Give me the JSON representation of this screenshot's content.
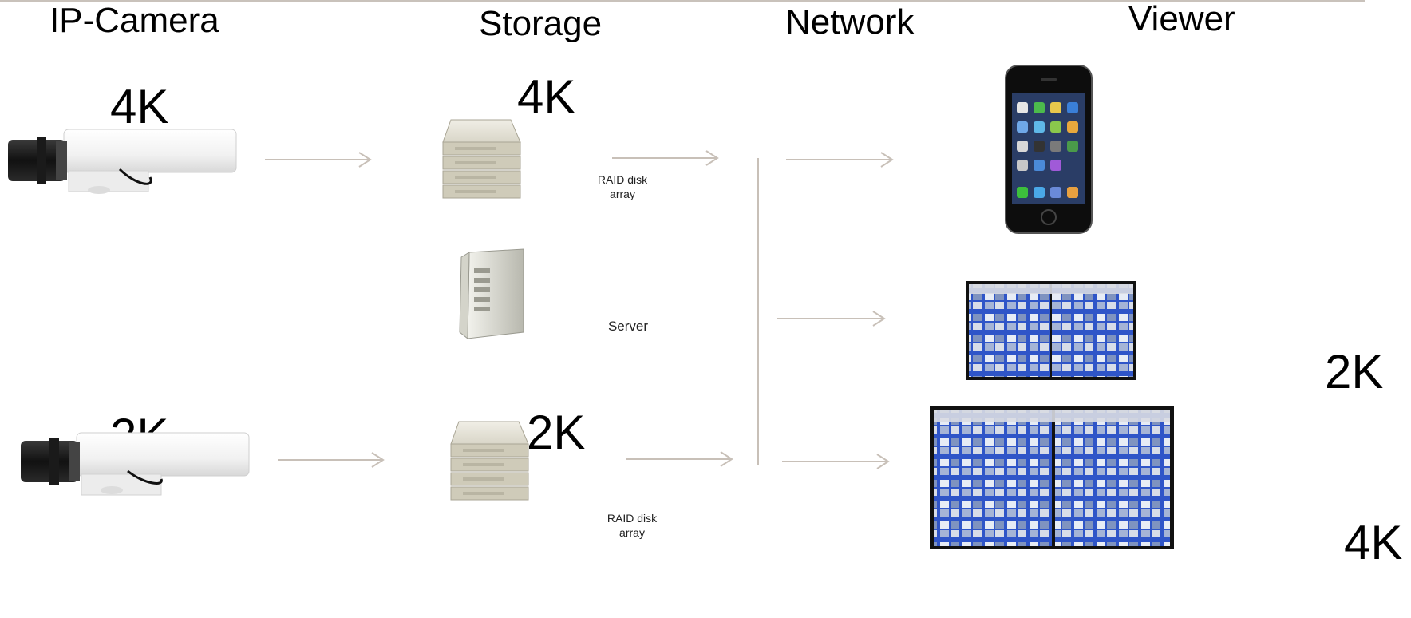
{
  "columns": {
    "ip_camera": "IP-Camera",
    "storage": "Storage",
    "network": "Network",
    "viewer": "Viewer"
  },
  "cameras": [
    {
      "resolution": "4K"
    },
    {
      "resolution": "2K"
    }
  ],
  "storage": {
    "raid_top": {
      "resolution": "4K",
      "label_line1": "RAID disk",
      "label_line2": "array"
    },
    "server": {
      "label": "Server"
    },
    "raid_bottom": {
      "resolution": "2K",
      "label_line1": "RAID disk",
      "label_line2": "array"
    }
  },
  "viewers": {
    "small_monitor": {
      "resolution": "2K"
    },
    "large_monitor": {
      "resolution": "4K"
    }
  },
  "colors": {
    "arrow": "#c8c0b8",
    "top_rule": "#c9c2bb",
    "monitor_frame": "#111111",
    "screen_blue": "#2f55c8"
  }
}
